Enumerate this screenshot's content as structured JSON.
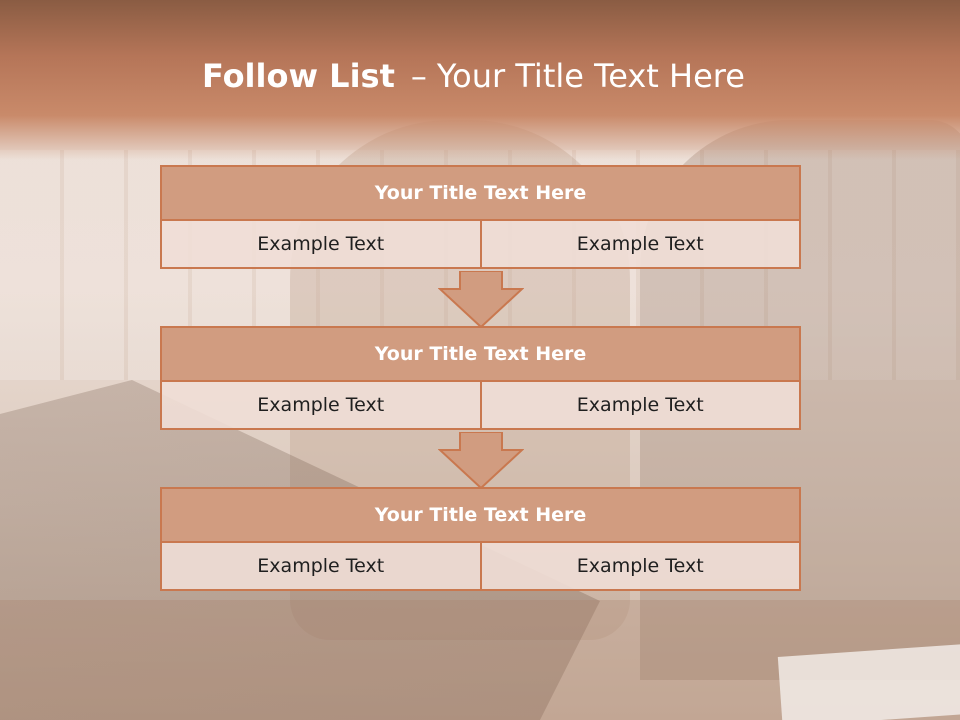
{
  "slide": {
    "title_bold": "Follow List",
    "title_separator": "–",
    "title_rest": "Your Title Text Here"
  },
  "blocks": [
    {
      "header": "Your Title Text Here",
      "cells": [
        "Example Text",
        "Example Text"
      ]
    },
    {
      "header": "Your Title Text Here",
      "cells": [
        "Example Text",
        "Example Text"
      ]
    },
    {
      "header": "Your Title Text Here",
      "cells": [
        "Example Text",
        "Example Text"
      ]
    }
  ],
  "colors": {
    "accent": "#c9784f",
    "header_fill": "#d19c80",
    "row_fill": "#f0ded6",
    "arrow_fill": "#d19c80"
  },
  "icons": [
    "down-arrow-icon"
  ]
}
